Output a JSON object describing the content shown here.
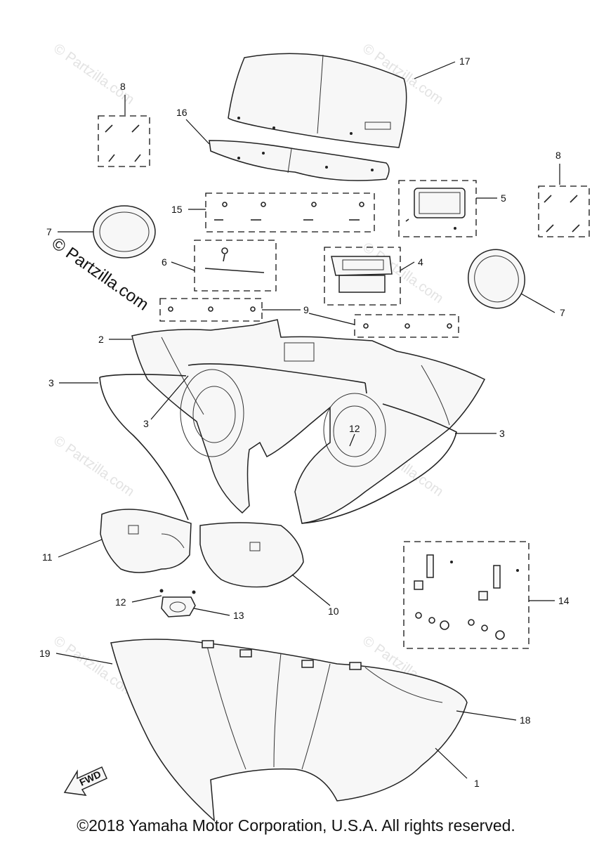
{
  "watermark": {
    "text": "© Partzilla.com"
  },
  "callouts": {
    "c1": "1",
    "c2": "2",
    "c3a": "3",
    "c3b": "3",
    "c3c": "3",
    "c4": "4",
    "c5": "5",
    "c6": "6",
    "c7a": "7",
    "c7b": "7",
    "c8a": "8",
    "c8b": "8",
    "c9": "9",
    "c10": "10",
    "c11": "11",
    "c12a": "12",
    "c12b": "12",
    "c13": "13",
    "c14": "14",
    "c15": "15",
    "c16": "16",
    "c17": "17",
    "c18": "18",
    "c19": "19"
  },
  "fwd_label": "FWD",
  "copyright": "©2018 Yamaha Motor Corporation, U.S.A. All rights reserved."
}
